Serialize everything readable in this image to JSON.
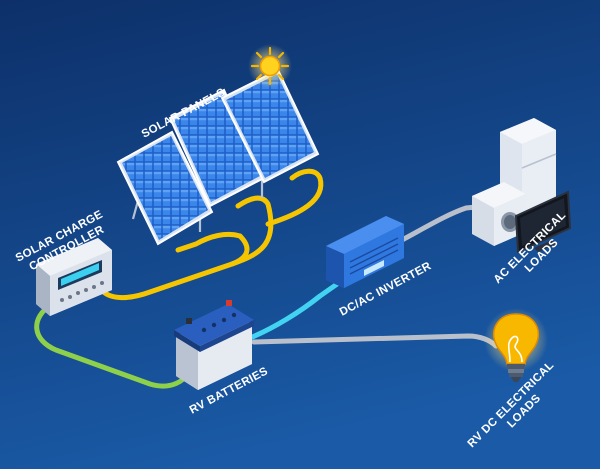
{
  "labels": {
    "solar_panels": "SOLAR PANELS",
    "controller_line1": "SOLAR CHARGE",
    "controller_line2": "CONTROLLER",
    "inverter": "DC/AC INVERTER",
    "ac_line1": "AC ELECTRICAL",
    "ac_line2": "LOADS",
    "batteries": "RV BATTERIES",
    "dc_line1": "RV DC ELECTRICAL",
    "dc_line2": "LOADS"
  },
  "colors": {
    "background_top": "#0d3069",
    "background_bottom": "#1a5aa6",
    "panel_wire": "#f5c600",
    "battery_wire": "#8fd04a",
    "inverter_wire": "#43d3f2",
    "load_wire": "#b9c0cc",
    "panel_cell": "#1e5fc9",
    "inverter_body": "#2b6fd6",
    "bulb": "#f9b800"
  },
  "icons": {
    "sun": "sun-icon",
    "panels": "solar-panel-icon",
    "controller": "charge-controller-icon",
    "battery": "battery-icon",
    "inverter": "inverter-icon",
    "fridge": "refrigerator-icon",
    "washer": "washing-machine-icon",
    "tv": "tv-icon",
    "bulb": "light-bulb-icon"
  }
}
